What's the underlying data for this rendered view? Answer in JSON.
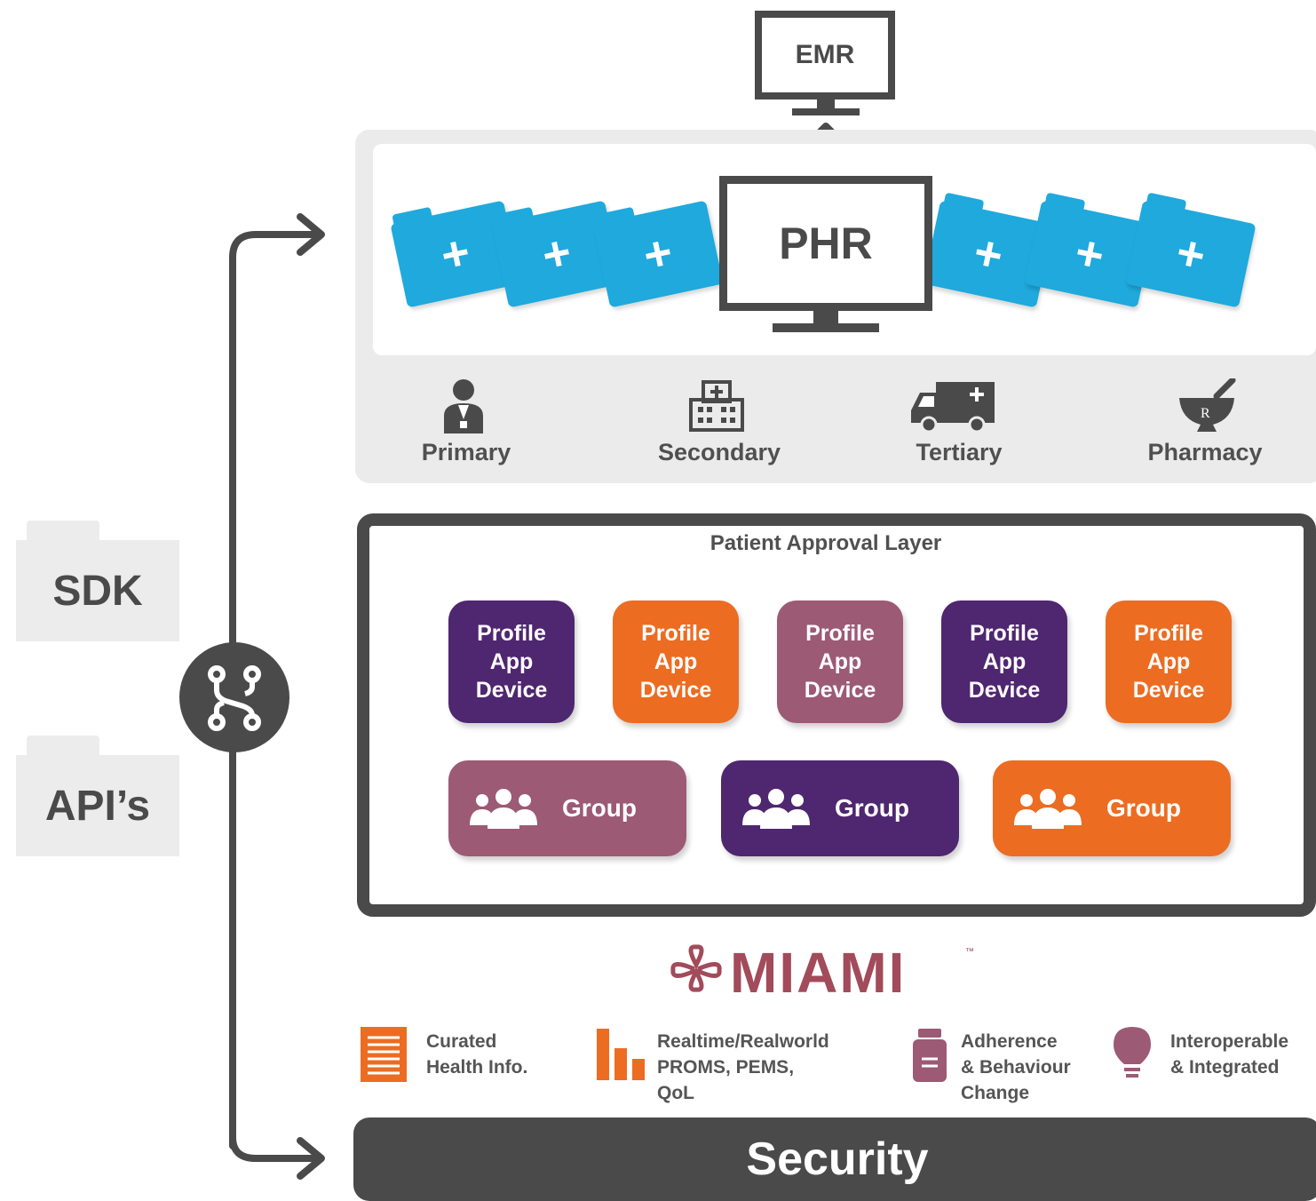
{
  "side": {
    "sdk_label": "SDK",
    "apis_label": "API’s",
    "hub_icon": "branch-merge-icon"
  },
  "emr": {
    "label": "EMR"
  },
  "phr": {
    "label": "PHR",
    "folder_icon": "medical-folder-icon",
    "folder_color": "#1fa9dd",
    "care_levels": [
      {
        "label": "Primary",
        "icon": "doctor-icon"
      },
      {
        "label": "Secondary",
        "icon": "hospital-icon"
      },
      {
        "label": "Tertiary",
        "icon": "ambulance-icon"
      },
      {
        "label": "Pharmacy",
        "icon": "mortar-pestle-rx-icon"
      }
    ]
  },
  "approval_layer": {
    "title": "Patient Approval Layer",
    "profiles": [
      {
        "line1": "Profile",
        "line2": "App",
        "line3": "Device",
        "color": "#4f2670"
      },
      {
        "line1": "Profile",
        "line2": "App",
        "line3": "Device",
        "color": "#ec6c22"
      },
      {
        "line1": "Profile",
        "line2": "App",
        "line3": "Device",
        "color": "#9c5a74"
      },
      {
        "line1": "Profile",
        "line2": "App",
        "line3": "Device",
        "color": "#4f2670"
      },
      {
        "line1": "Profile",
        "line2": "App",
        "line3": "Device",
        "color": "#ec6c22"
      }
    ],
    "groups": [
      {
        "label": "Group",
        "color": "#9c5a74",
        "icon": "users-group-icon"
      },
      {
        "label": "Group",
        "color": "#4f2670",
        "icon": "users-group-icon"
      },
      {
        "label": "Group",
        "color": "#ec6c22",
        "icon": "users-group-icon"
      }
    ]
  },
  "brand": {
    "name": "MIAMI",
    "trademark": "™",
    "color": "#a24b5a",
    "logo_icon": "miami-flower-logo"
  },
  "features": [
    {
      "lines": [
        "Curated",
        "Health Info."
      ],
      "icon": "document-lines-icon",
      "color": "#ec6c22"
    },
    {
      "lines": [
        "Realtime/Realworld",
        "PROMS, PEMS,",
        "QoL"
      ],
      "icon": "bar-chart-icon",
      "color": "#ec6c22"
    },
    {
      "lines": [
        "Adherence",
        "& Behaviour",
        "Change"
      ],
      "icon": "pill-bottle-icon",
      "color": "#9c5a74"
    },
    {
      "lines": [
        "Interoperable",
        "& Integrated"
      ],
      "icon": "lightbulb-icon",
      "color": "#9c5a74"
    }
  ],
  "security": {
    "label": "Security"
  }
}
